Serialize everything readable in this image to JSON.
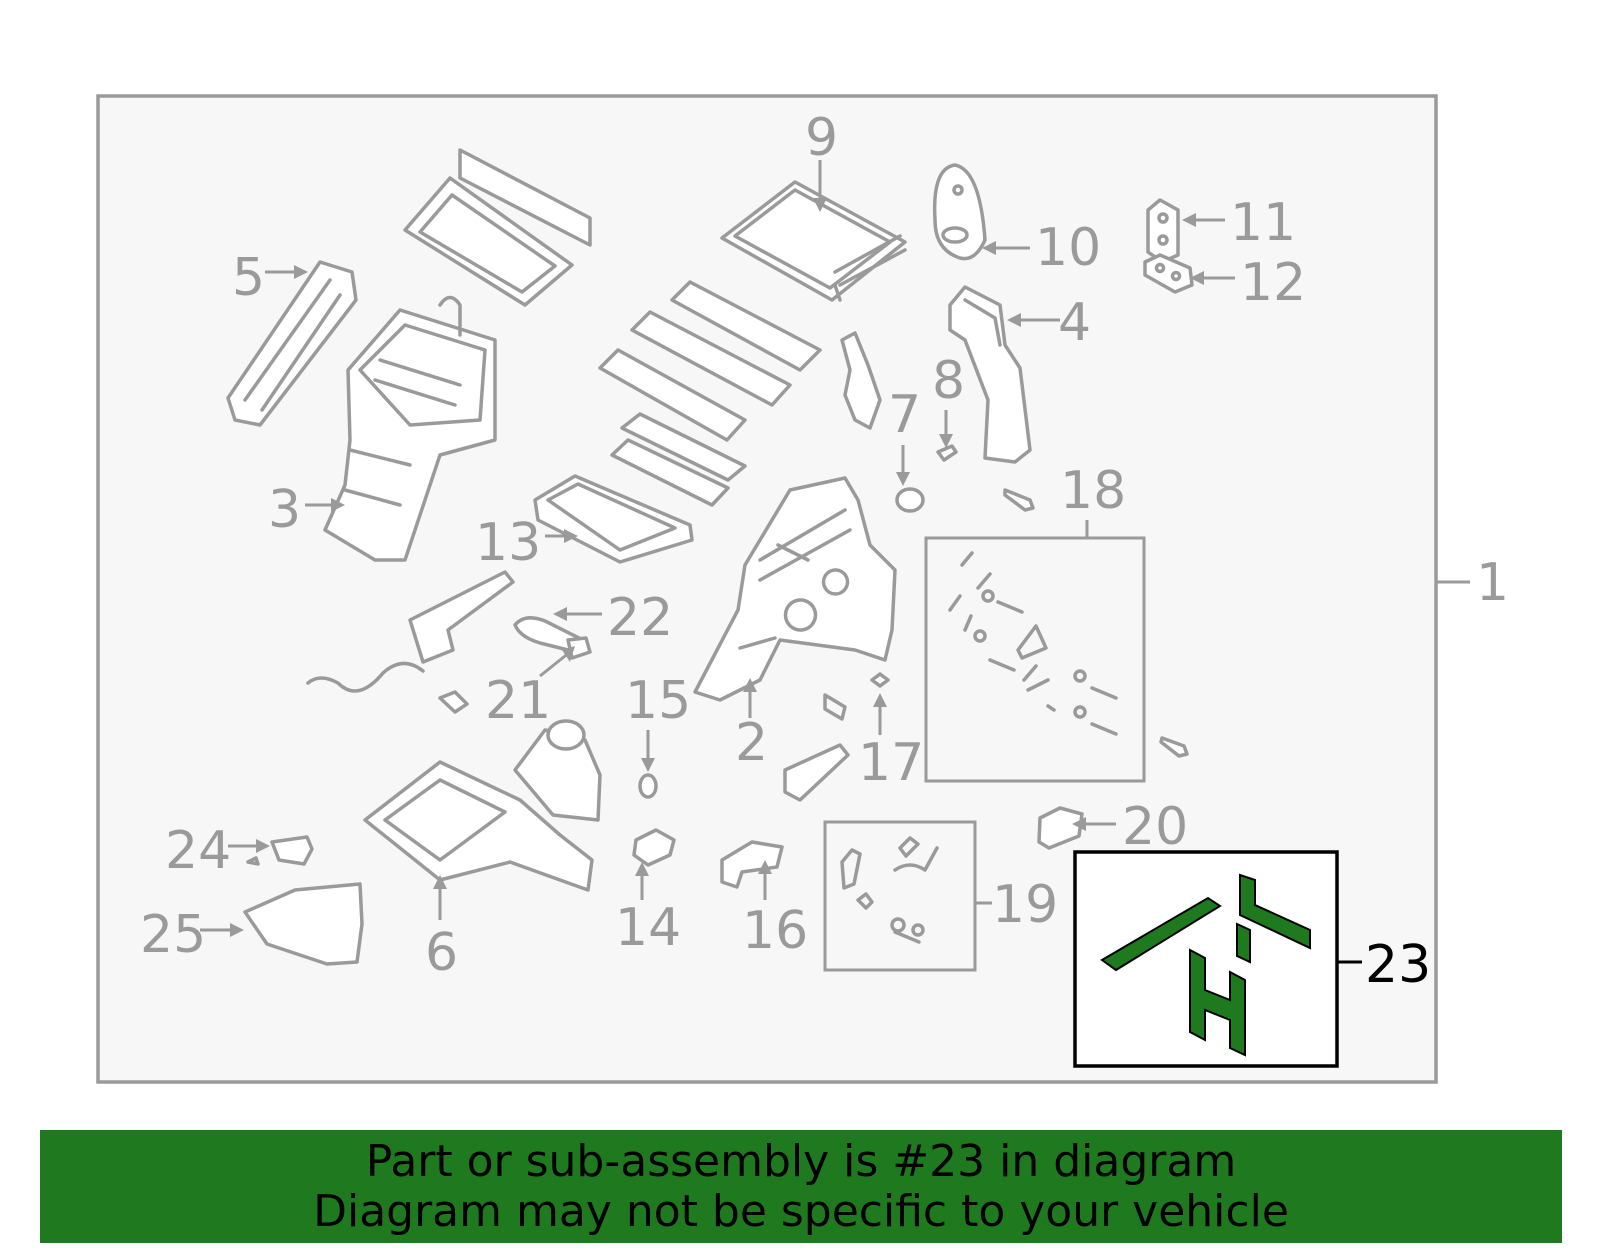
{
  "diagram": {
    "callouts": [
      "1",
      "2",
      "3",
      "4",
      "5",
      "6",
      "7",
      "8",
      "9",
      "10",
      "11",
      "12",
      "13",
      "14",
      "15",
      "16",
      "17",
      "18",
      "19",
      "20",
      "21",
      "22",
      "24",
      "25"
    ],
    "highlighted_callout": "23",
    "highlight_color": "#1f7a1f",
    "frame_color": "#9a9a9a"
  },
  "banner": {
    "line1": "Part or sub-assembly is #23 in diagram",
    "line2": "Diagram may not be specific to your vehicle",
    "background": "#1f7a1f"
  }
}
